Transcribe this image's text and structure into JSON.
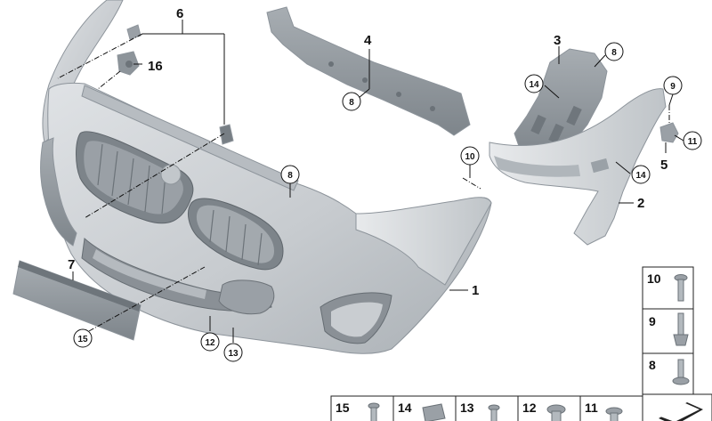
{
  "callouts": {
    "p1": "1",
    "p2": "2",
    "p3": "3",
    "p4": "4",
    "p5": "5",
    "p6": "6",
    "p7": "7",
    "p8a": "8",
    "p8b": "8",
    "p8c": "8",
    "p9": "9",
    "p10": "10",
    "p11": "11",
    "p12": "12",
    "p13": "13",
    "p14a": "14",
    "p14b": "14",
    "p15": "15",
    "p16": "16"
  },
  "hardware_panel": {
    "vertical": [
      "10",
      "9",
      "8"
    ],
    "horizontal": [
      "15",
      "14",
      "13",
      "12",
      "11"
    ]
  }
}
